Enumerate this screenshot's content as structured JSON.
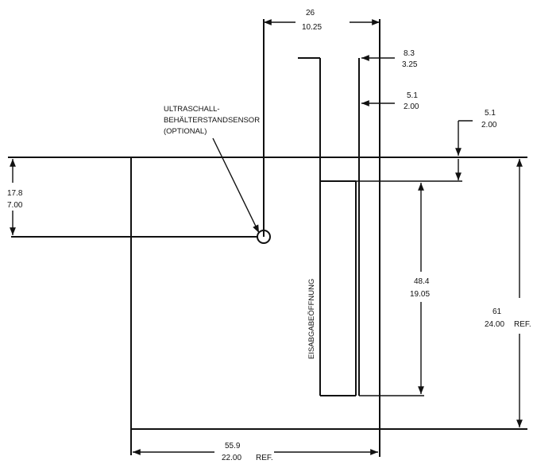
{
  "callout": {
    "line1": "ULTRASCHALL-",
    "line2": "BEHÄLTERSTANDSENSOR",
    "line3": "(OPTIONAL)"
  },
  "opening_label": "EISABGABEÖFFNUNG",
  "dimensions": {
    "d26": {
      "mm": "26",
      "inch": "10.25"
    },
    "d83": {
      "mm": "8.3",
      "inch": "3.25"
    },
    "d51a": {
      "mm": "5.1",
      "inch": "2.00"
    },
    "d51b": {
      "mm": "5.1",
      "inch": "2.00"
    },
    "d178": {
      "mm": "17.8",
      "inch": "7.00"
    },
    "d484": {
      "mm": "48.4",
      "inch": "19.05"
    },
    "d61": {
      "mm": "61",
      "inch": "24.00",
      "ref": "REF."
    },
    "d559": {
      "mm": "55.9",
      "inch": "22.00",
      "ref": "REF."
    }
  }
}
